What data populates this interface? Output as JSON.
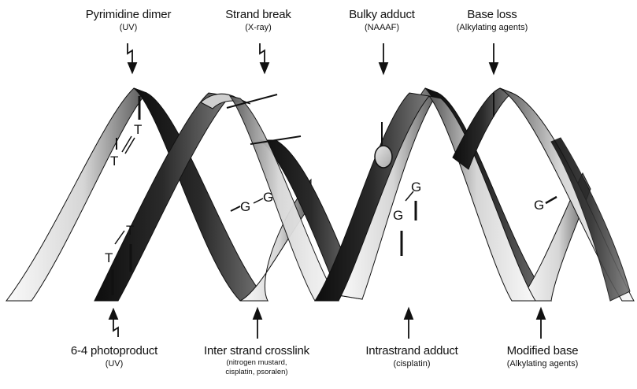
{
  "top_labels": [
    {
      "title": "Pyrimidine dimer",
      "agent": "(UV)"
    },
    {
      "title": "Strand break",
      "agent": "(X-ray)"
    },
    {
      "title": "Bulky adduct",
      "agent": "(NAAAF)"
    },
    {
      "title": "Base loss",
      "agent": "(Alkylating agents)"
    }
  ],
  "bottom_labels": [
    {
      "title": "6-4 photoproduct",
      "agent": "(UV)"
    },
    {
      "title": "Inter strand crosslink",
      "agent": "(nitrogen mustard,",
      "agent2": "cisplatin, psoralen)"
    },
    {
      "title": "Intrastrand adduct",
      "agent": "(cisplatin)"
    },
    {
      "title": "Modified base",
      "agent": "(Alkylating agents)"
    }
  ],
  "bases": {
    "dimer_t1": "T",
    "dimer_t2": "T",
    "photo_t1": "T",
    "photo_t2": "T",
    "crosslink_g1": "G",
    "crosslink_g2": "G",
    "intra_g1": "G",
    "intra_g2": "G",
    "modified_g": "G"
  },
  "colors": {
    "dark_strand": "#1c1c1c",
    "light_strand_edge": "#e8e8e8",
    "adduct": "#c9c9c9",
    "line": "#111111"
  }
}
